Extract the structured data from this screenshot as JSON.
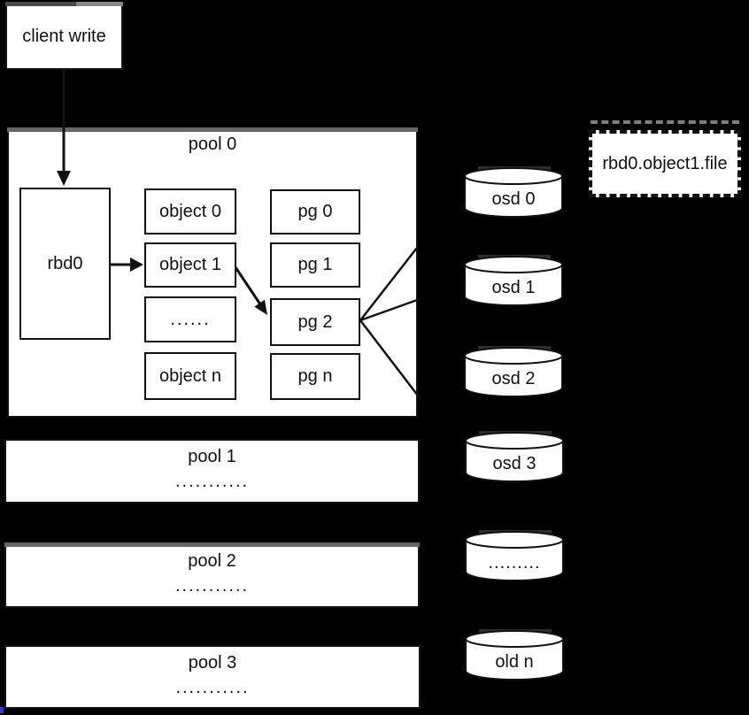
{
  "client_write": {
    "label": "client write"
  },
  "pool0": {
    "title": "pool 0",
    "rbd_label": "rbd0",
    "objects": [
      "object 0",
      "object 1",
      "......",
      "object n"
    ],
    "pgs": [
      "pg 0",
      "pg 1",
      "pg 2",
      "pg n"
    ]
  },
  "file_box": {
    "label": "rbd0.object1.file"
  },
  "osds": [
    "osd 0",
    "osd 1",
    "osd 2",
    "osd 3",
    ".........",
    "old n"
  ],
  "pools": [
    {
      "title": "pool 1",
      "dots": "..........."
    },
    {
      "title": "pool 2",
      "dots": "..........."
    },
    {
      "title": "pool 3",
      "dots": "..........."
    }
  ],
  "colors": {
    "background": "#000000",
    "box_fill": "#ffffff",
    "line": "#111111",
    "artifact_gray": "#666666",
    "bottom_accent_blue": "#2f3fd4"
  }
}
